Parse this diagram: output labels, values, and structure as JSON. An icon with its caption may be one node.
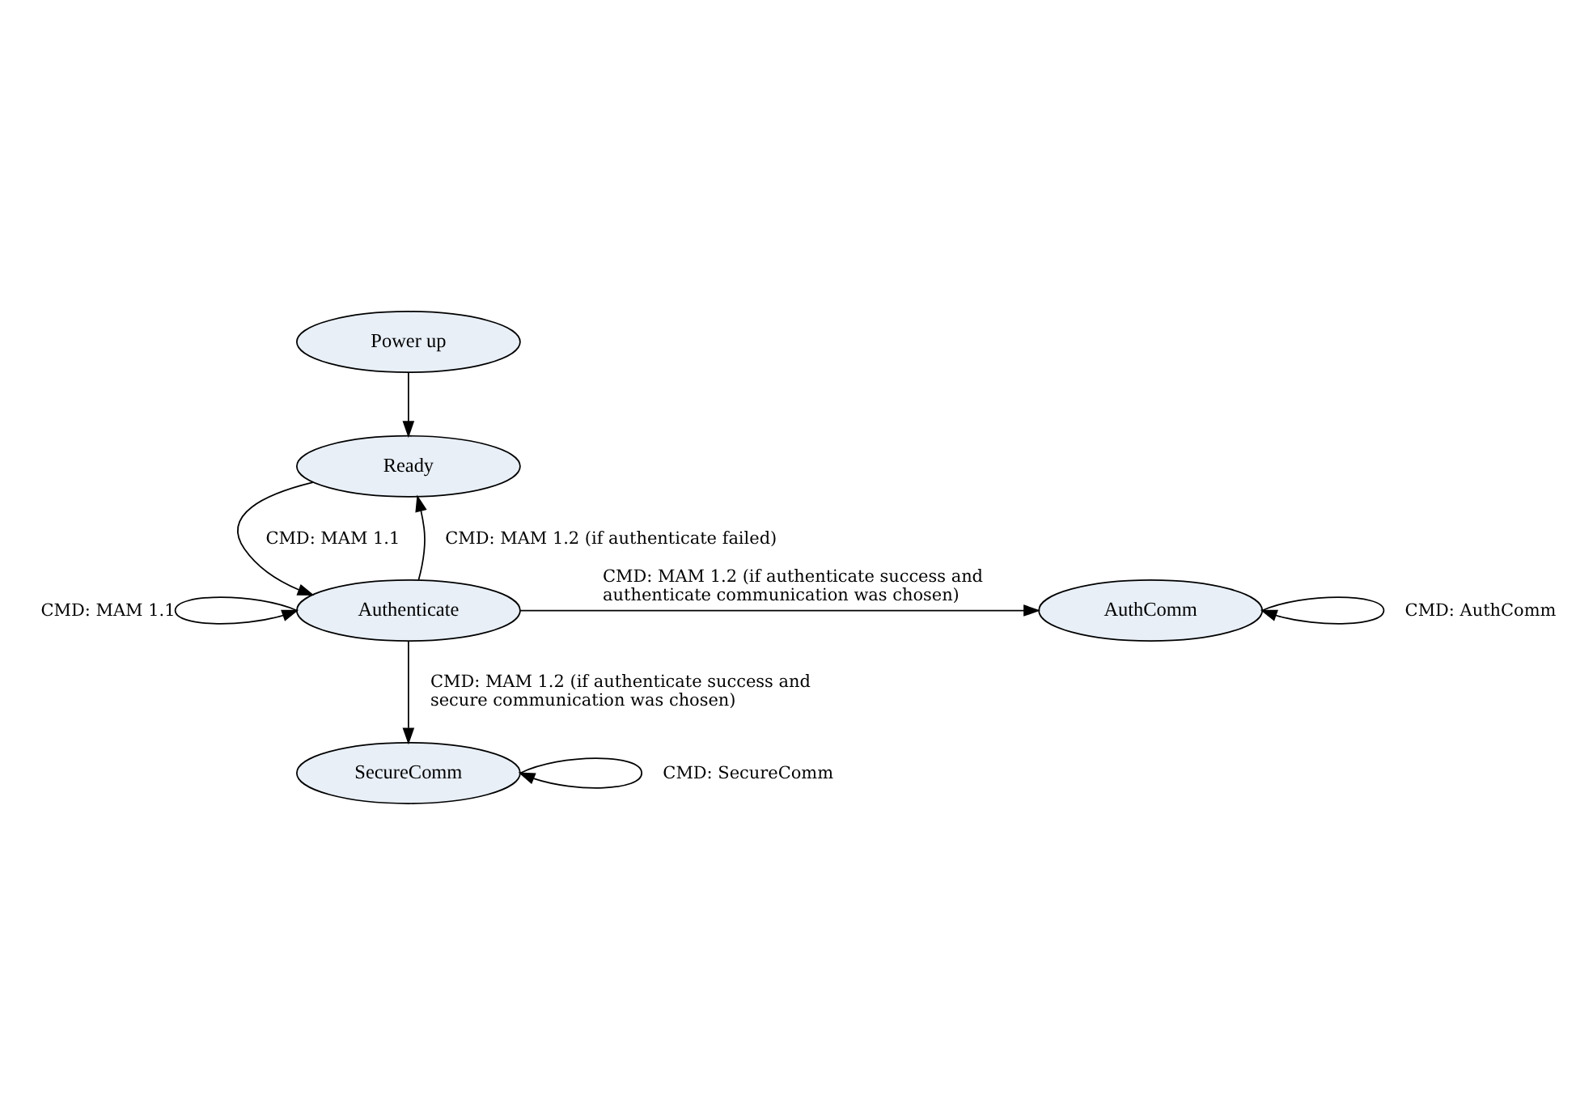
{
  "diagram": {
    "nodes": [
      {
        "text": [
          "Power up"
        ]
      },
      {
        "text": [
          "Ready"
        ]
      },
      {
        "text": [
          "Authenticate"
        ]
      },
      {
        "text": [
          "AuthComm"
        ]
      },
      {
        "text": [
          "SecureComm"
        ]
      }
    ],
    "edges": [
      {
        "from": 0,
        "to": 1,
        "arrow": "to"
      },
      {
        "from": 1,
        "to": 2,
        "arrow": "to",
        "label": "CMD: MAM 1.1"
      },
      {
        "from": 2,
        "to": 1,
        "arrow": "to",
        "label": "CMD: MAM 1.2 (if authenticate failed)"
      },
      {
        "from": 2,
        "to": 3,
        "arrow": "to",
        "label": "CMD: MAM 1.2 (if authenticate success and authenticate communication was chosen)"
      },
      {
        "from": 2,
        "to": 2,
        "arrow": "to",
        "label": "CMD: MAM 1.1"
      },
      {
        "from": 2,
        "to": 4,
        "arrow": "to",
        "label": "CMD: MAM 1.2 (if authenticate success and secure communication was chosen)"
      },
      {
        "from": 3,
        "to": 3,
        "arrow": "to",
        "label": "CMD: AuthComm"
      },
      {
        "from": 4,
        "to": 4,
        "arrow": "to",
        "label": "CMD: SecureComm"
      }
    ]
  }
}
